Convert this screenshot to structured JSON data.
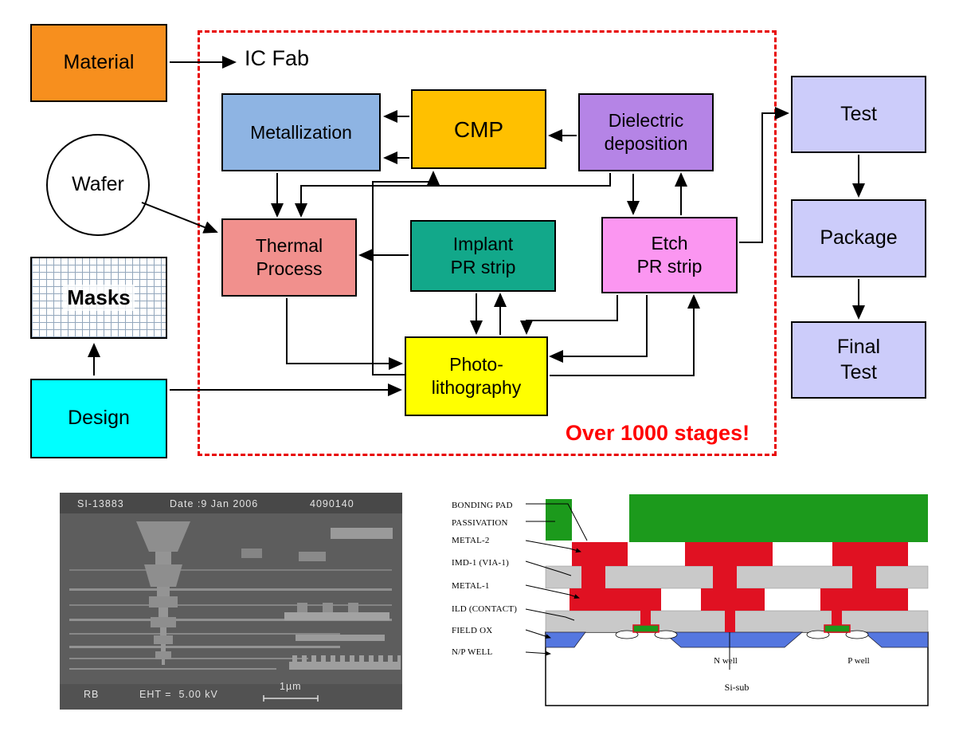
{
  "flow": {
    "ic_fab_label": "IC Fab",
    "stages_note": "Over 1000 stages!",
    "boxes": {
      "material": "Material",
      "wafer": "Wafer",
      "masks": "Masks",
      "design": "Design",
      "metallization": "Metallization",
      "cmp": "CMP",
      "dielectric": "Dielectric\ndeposition",
      "thermal": "Thermal\nProcess",
      "implant": "Implant\nPR strip",
      "etch": "Etch\nPR strip",
      "photo": "Photo-\nlithography",
      "test": "Test",
      "package": "Package",
      "final_test": "Final\nTest"
    },
    "colors": {
      "material": "#F78F1E",
      "metallization": "#8EB4E3",
      "cmp": "#FFC000",
      "dielectric": "#B584E6",
      "thermal": "#F1908D",
      "implant": "#12A88A",
      "etch": "#FB96F1",
      "photo": "#FFFF00",
      "right_column": "#CCCCFA",
      "design": "#00FFFF",
      "note": "#FF0000",
      "dashed_border": "#E80000"
    }
  },
  "sem": {
    "sample_id": "SI-13883",
    "date": "Date :9 Jan 2006",
    "number": "4090140",
    "operator": "RB",
    "voltage": "EHT =  5.00 kV",
    "scale": "1µm"
  },
  "cross_section": {
    "layer_labels": [
      "BONDING PAD",
      "PASSIVATION",
      "METAL-2",
      "IMD-1 (VIA-1)",
      "METAL-1",
      "ILD (CONTACT)",
      "FIELD OX",
      "N/P WELL"
    ],
    "n_well": "N well",
    "p_well": "P well",
    "substrate": "Si-sub"
  }
}
